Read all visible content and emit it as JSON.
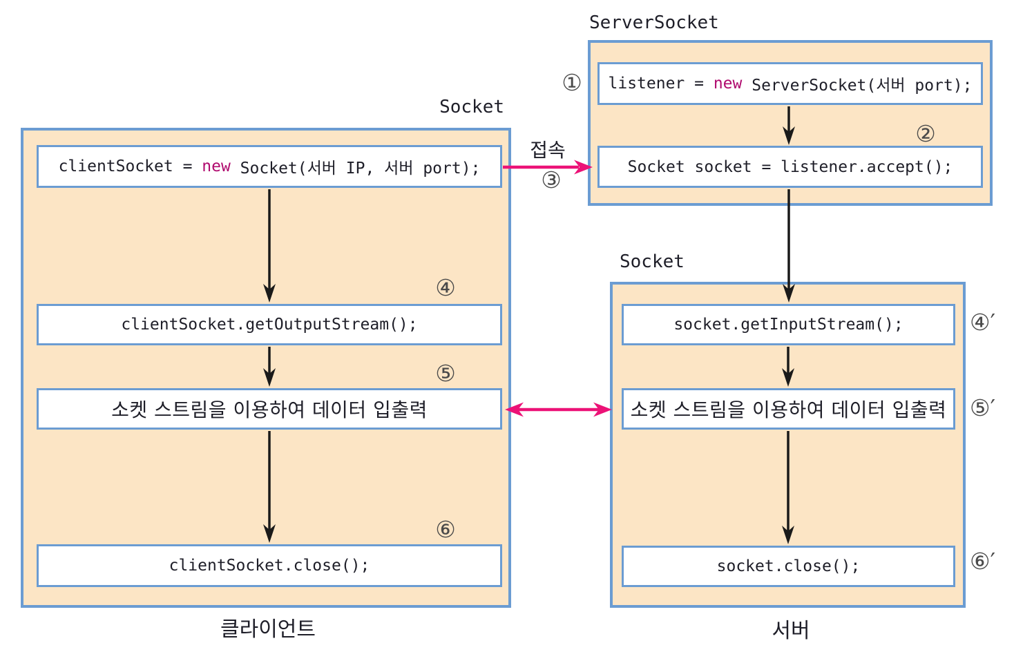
{
  "colors": {
    "box_border": "#6b9cd2",
    "container_fill": "#fce5c5",
    "code_text": "#1e1e28",
    "keyword": "#b00a6e",
    "arrow_black": "#1a1a1a",
    "arrow_magenta": "#ec1277",
    "step_color": "#4a4a4a",
    "label_color": "#1e1e28"
  },
  "client": {
    "type_label": "Socket",
    "caption": "클라이언트",
    "box_create": {
      "pre": "clientSocket = ",
      "keyword": "new",
      "post": " Socket(서버 IP, 서버 port);"
    },
    "box_output": {
      "code": "clientSocket.getOutputStream();",
      "step": "④"
    },
    "box_io": {
      "text": "소켓 스트림을 이용하여 데이터 입출력",
      "step": "⑤"
    },
    "box_close": {
      "code": "clientSocket.close();",
      "step": "⑥"
    }
  },
  "server": {
    "serversocket_label": "ServerSocket",
    "socket_label": "Socket",
    "caption": "서버",
    "box_listener": {
      "pre": "listener = ",
      "keyword": "new",
      "post": " ServerSocket(서버 port);",
      "step": "①"
    },
    "box_accept": {
      "code": "Socket socket = listener.accept();",
      "step": "②"
    },
    "box_input": {
      "code": "socket.getInputStream();",
      "step": "④′"
    },
    "box_io": {
      "text": "소켓 스트림을 이용하여 데이터 입출력",
      "step": "⑤′"
    },
    "box_close": {
      "code": "socket.close();",
      "step": "⑥′"
    }
  },
  "connection": {
    "label": "접속",
    "step": "③"
  }
}
